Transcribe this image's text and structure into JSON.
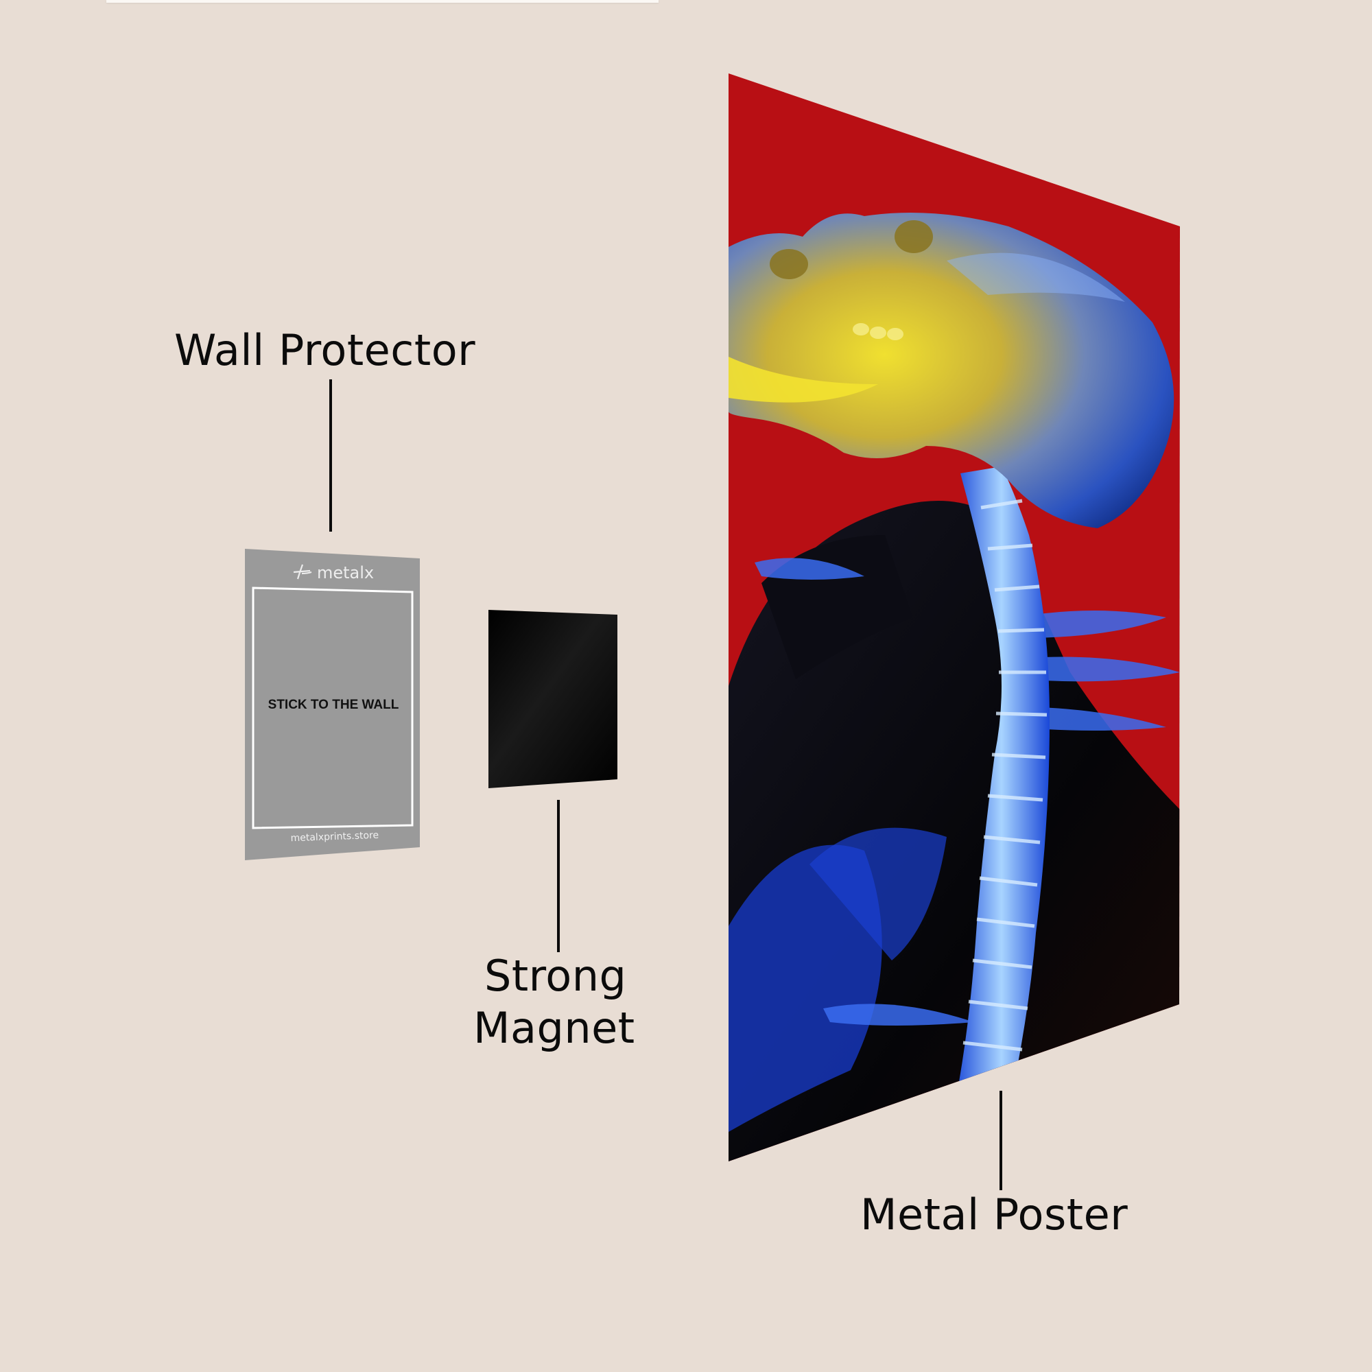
{
  "labels": {
    "wall_protector": "Wall Protector",
    "strong": "Strong",
    "magnet": "Magnet",
    "metal_poster": "Metal Poster"
  },
  "wall_protector_card": {
    "brand": "metalx",
    "instruction": "STICK TO THE WALL",
    "website": "metalxprints.store"
  },
  "colors": {
    "background": "#e8ddd4",
    "protector_gray": "#9a9a9a",
    "magnet_black": "#050505",
    "poster_red": "#b80f14",
    "text": "#0b0b0b"
  }
}
